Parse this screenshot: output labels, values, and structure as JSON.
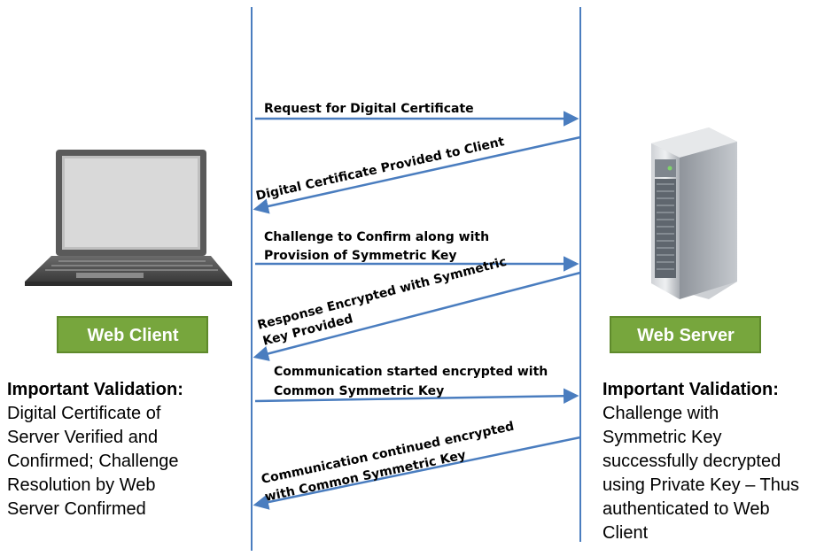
{
  "actors": {
    "client": {
      "label": "Web Client",
      "box_color": "#77a63d"
    },
    "server": {
      "label": "Web Server",
      "box_color": "#77a63d"
    }
  },
  "messages": [
    {
      "direction": "to-server",
      "lines": [
        "Request for Digital Certificate"
      ]
    },
    {
      "direction": "to-client",
      "lines": [
        "Digital Certificate Provided to Client"
      ]
    },
    {
      "direction": "to-server",
      "lines": [
        "Challenge to Confirm along with",
        "Provision of Symmetric Key"
      ]
    },
    {
      "direction": "to-client",
      "lines": [
        "Response Encrypted with Symmetric",
        "Key Provided"
      ]
    },
    {
      "direction": "to-server",
      "lines": [
        "Communication started encrypted with",
        "Common Symmetric Key"
      ]
    },
    {
      "direction": "to-client",
      "lines": [
        "Communication continued encrypted",
        "with Common Symmetric Key"
      ]
    }
  ],
  "client_note": {
    "heading": "Important Validation:",
    "lines": [
      "Digital Certificate of",
      "Server Verified and",
      "Confirmed; Challenge",
      "Resolution by Web",
      "Server Confirmed"
    ]
  },
  "server_note": {
    "heading": "Important Validation:",
    "lines": [
      "Challenge with",
      "Symmetric Key",
      "successfully decrypted",
      "using Private Key  – Thus",
      "authenticated to Web",
      "Client"
    ]
  },
  "colors": {
    "arrow": "#4a7dbf",
    "box": "#77a63d"
  },
  "icons": {
    "client": "laptop-icon",
    "server": "server-tower-icon"
  }
}
